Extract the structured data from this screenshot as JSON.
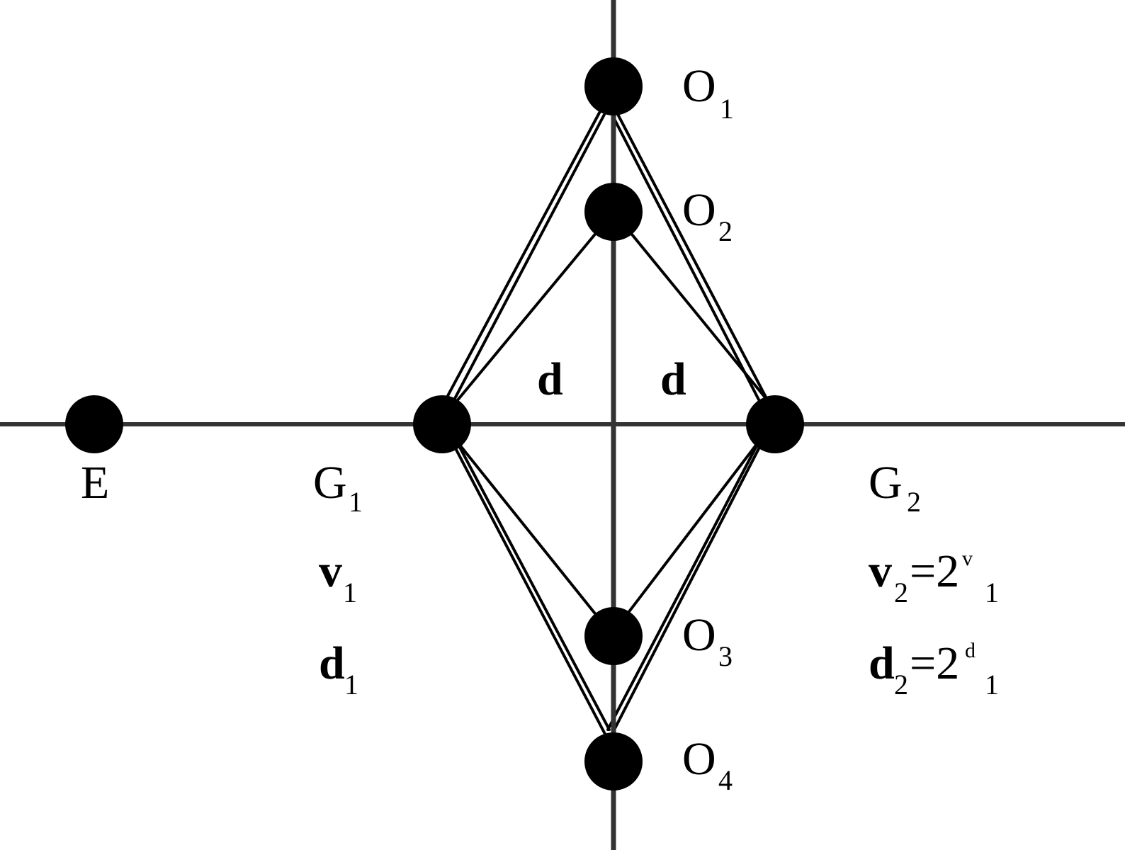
{
  "diagram": {
    "nodes": {
      "E": "E",
      "G1": "G",
      "G1_sub": "1",
      "G2": "G",
      "G2_sub": "2",
      "O1": "O",
      "O1_sub": "1",
      "O2": "O",
      "O2_sub": "2",
      "O3": "O",
      "O3_sub": "3",
      "O4": "O",
      "O4_sub": "4"
    },
    "distance_labels": {
      "left": "d",
      "right": "d"
    },
    "left_params": {
      "v": "v",
      "v_sub": "1",
      "d": "d",
      "d_sub": "1"
    },
    "right_params": {
      "v": "v",
      "v_sub": "2",
      "v_eq": "=2",
      "v_sup": "v",
      "v_sup_sub": "1",
      "d": "d",
      "d_sub": "2",
      "d_eq": "=2",
      "d_sup": "d",
      "d_sup_sub": "1"
    },
    "colors": {
      "ink": "#000000",
      "axis": "#333333",
      "background": "#ffffff"
    }
  }
}
